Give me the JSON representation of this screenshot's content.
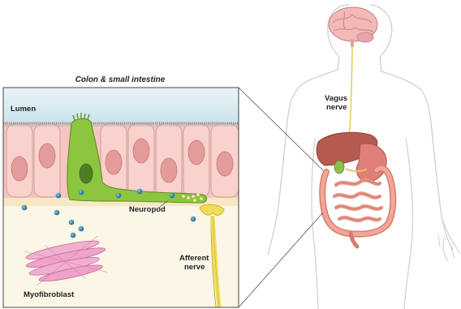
{
  "panel": {
    "title": "Colon & small intestine",
    "labels": {
      "lumen": "Lumen",
      "neuropod": "Neuropod",
      "afferent_nerve_line1": "Afferent",
      "afferent_nerve_line2": "nerve",
      "myofibroblast": "Myofibroblast"
    }
  },
  "body": {
    "labels": {
      "vagus_line1": "Vagus",
      "vagus_line2": "nerve"
    }
  },
  "colors": {
    "lumen": "#d8ebf2",
    "epithelium": "#f6c6c2",
    "nucleus": "#e49a97",
    "neuropod_cell": "#8cc63f",
    "nerve": "#e9d55a",
    "droplet": "#2e7fa0",
    "submucosa": "#fbf3dc",
    "myofibroblast": "#e58ab8",
    "body_outline": "#c9c9c9",
    "brain": "#f0b3b3",
    "liver": "#b8544a",
    "intestine": "#e59a88"
  }
}
